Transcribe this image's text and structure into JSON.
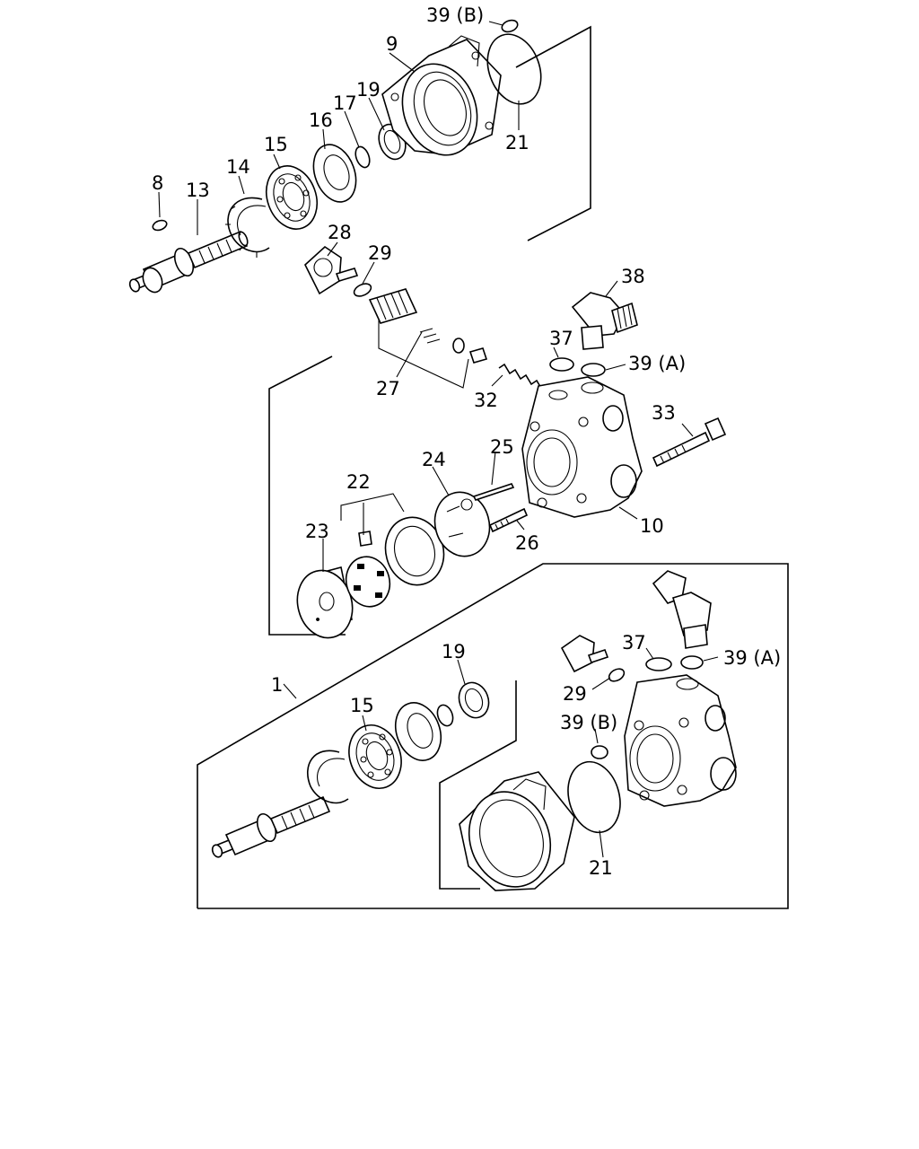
{
  "callouts": {
    "c39b_top": "39 (B)",
    "c9": "9",
    "c21_top": "21",
    "c19_top": "19",
    "c17": "17",
    "c16": "16",
    "c15_top": "15",
    "c14": "14",
    "c13": "13",
    "c8": "8",
    "c28": "28",
    "c29_top": "29",
    "c38": "38",
    "c37_top": "37",
    "c39a_top": "39 (A)",
    "c27": "27",
    "c32": "32",
    "c33": "33",
    "c25": "25",
    "c24": "24",
    "c22": "22",
    "c23": "23",
    "c26": "26",
    "c10": "10",
    "c1": "1",
    "c19_bot": "19",
    "c15_bot": "15",
    "c37_bot": "37",
    "c39a_bot": "39 (A)",
    "c29_bot": "29",
    "c39b_bot": "39 (B)",
    "c21_bot": "21"
  },
  "icons": [
    "shaft",
    "bearing",
    "snap-ring",
    "housing",
    "o-ring",
    "elbow-fitting",
    "pump-body",
    "rotor",
    "cam-ring",
    "side-plate",
    "bolt",
    "spring",
    "valve"
  ]
}
